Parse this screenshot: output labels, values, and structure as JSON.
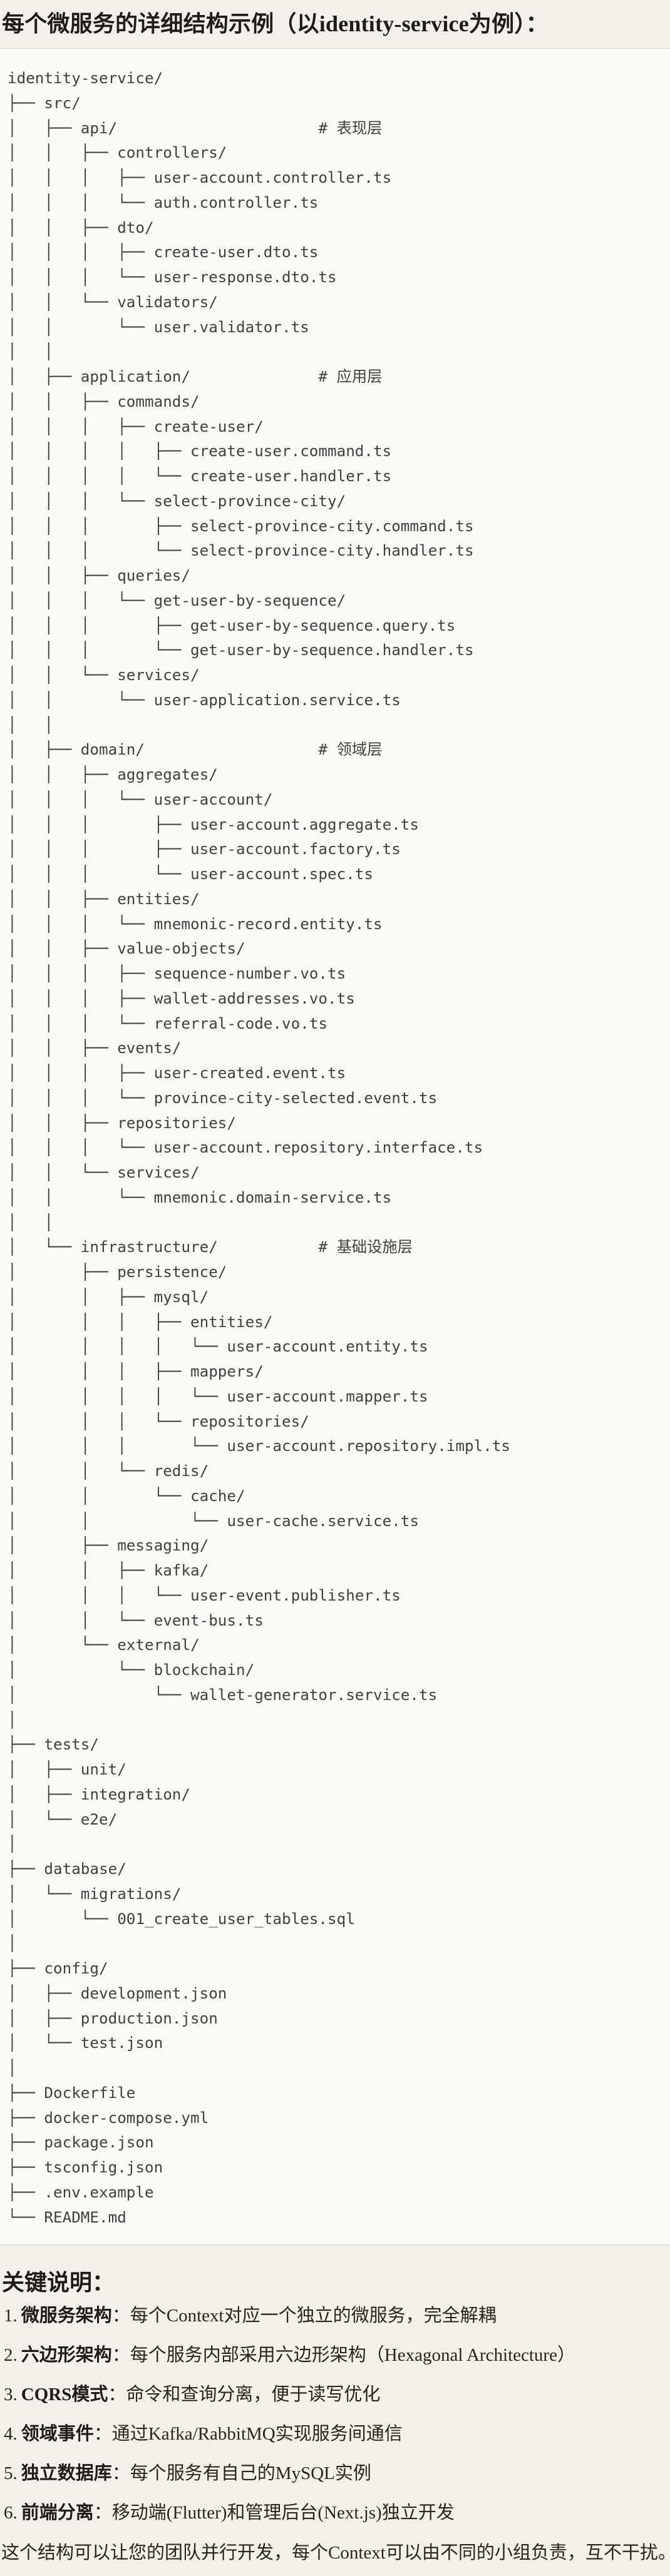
{
  "page": {
    "title": "每个微服务的详细结构示例（以identity-service为例）：",
    "footer": "这个结构可以让您的团队并行开发，每个Context可以由不同的小组负责，互不干扰。"
  },
  "tree": {
    "lines": [
      "identity-service/",
      "├── src/",
      "│   ├── api/                      # 表现层",
      "│   │   ├── controllers/",
      "│   │   │   ├── user-account.controller.ts",
      "│   │   │   └── auth.controller.ts",
      "│   │   ├── dto/",
      "│   │   │   ├── create-user.dto.ts",
      "│   │   │   └── user-response.dto.ts",
      "│   │   └── validators/",
      "│   │       └── user.validator.ts",
      "│   │",
      "│   ├── application/              # 应用层",
      "│   │   ├── commands/",
      "│   │   │   ├── create-user/",
      "│   │   │   │   ├── create-user.command.ts",
      "│   │   │   │   └── create-user.handler.ts",
      "│   │   │   └── select-province-city/",
      "│   │   │       ├── select-province-city.command.ts",
      "│   │   │       └── select-province-city.handler.ts",
      "│   │   ├── queries/",
      "│   │   │   └── get-user-by-sequence/",
      "│   │   │       ├── get-user-by-sequence.query.ts",
      "│   │   │       └── get-user-by-sequence.handler.ts",
      "│   │   └── services/",
      "│   │       └── user-application.service.ts",
      "│   │",
      "│   ├── domain/                   # 领域层",
      "│   │   ├── aggregates/",
      "│   │   │   └── user-account/",
      "│   │   │       ├── user-account.aggregate.ts",
      "│   │   │       ├── user-account.factory.ts",
      "│   │   │       └── user-account.spec.ts",
      "│   │   ├── entities/",
      "│   │   │   └── mnemonic-record.entity.ts",
      "│   │   ├── value-objects/",
      "│   │   │   ├── sequence-number.vo.ts",
      "│   │   │   ├── wallet-addresses.vo.ts",
      "│   │   │   └── referral-code.vo.ts",
      "│   │   ├── events/",
      "│   │   │   ├── user-created.event.ts",
      "│   │   │   └── province-city-selected.event.ts",
      "│   │   ├── repositories/",
      "│   │   │   └── user-account.repository.interface.ts",
      "│   │   └── services/",
      "│   │       └── mnemonic.domain-service.ts",
      "│   │",
      "│   └── infrastructure/           # 基础设施层",
      "│       ├── persistence/",
      "│       │   ├── mysql/",
      "│       │   │   ├── entities/",
      "│       │   │   │   └── user-account.entity.ts",
      "│       │   │   ├── mappers/",
      "│       │   │   │   └── user-account.mapper.ts",
      "│       │   │   └── repositories/",
      "│       │   │       └── user-account.repository.impl.ts",
      "│       │   └── redis/",
      "│       │       └── cache/",
      "│       │           └── user-cache.service.ts",
      "│       ├── messaging/",
      "│       │   ├── kafka/",
      "│       │   │   └── user-event.publisher.ts",
      "│       │   └── event-bus.ts",
      "│       └── external/",
      "│           └── blockchain/",
      "│               └── wallet-generator.service.ts",
      "│",
      "├── tests/",
      "│   ├── unit/",
      "│   ├── integration/",
      "│   └── e2e/",
      "│",
      "├── database/",
      "│   └── migrations/",
      "│       └── 001_create_user_tables.sql",
      "│",
      "├── config/",
      "│   ├── development.json",
      "│   ├── production.json",
      "│   └── test.json",
      "│",
      "├── Dockerfile",
      "├── docker-compose.yml",
      "├── package.json",
      "├── tsconfig.json",
      "├── .env.example",
      "└── README.md"
    ]
  },
  "key_points": {
    "heading": "关键说明：",
    "items": [
      {
        "num": "1.",
        "label": "微服务架构",
        "sep": "：",
        "text": "每个Context对应一个独立的微服务，完全解耦"
      },
      {
        "num": "2.",
        "label": "六边形架构",
        "sep": "：",
        "text": "每个服务内部采用六边形架构（Hexagonal Architecture）"
      },
      {
        "num": "3.",
        "label": "CQRS模式",
        "sep": "：",
        "text": "命令和查询分离，便于读写优化"
      },
      {
        "num": "4.",
        "label": "领域事件",
        "sep": "：",
        "text": "通过Kafka/RabbitMQ实现服务间通信"
      },
      {
        "num": "5.",
        "label": "独立数据库",
        "sep": "：",
        "text": "每个服务有自己的MySQL实例"
      },
      {
        "num": "6.",
        "label": "前端分离",
        "sep": "：",
        "text": "移动端(Flutter)和管理后台(Next.js)独立开发"
      }
    ]
  }
}
